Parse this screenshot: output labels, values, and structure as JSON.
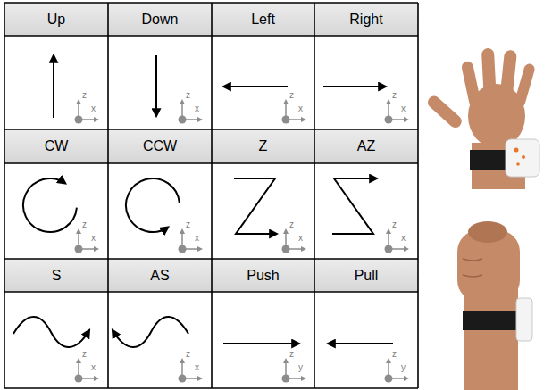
{
  "diagram": {
    "labels": [
      "Up",
      "Down",
      "Left",
      "Right",
      "z",
      "x",
      "z",
      "x",
      "z",
      "x",
      "z",
      "x",
      "CW",
      "CCW",
      "Z",
      "AZ",
      "z",
      "x",
      "z",
      "x",
      "z",
      "x",
      "z",
      "x",
      "S",
      "AS",
      "Push",
      "Pull",
      "z",
      "x",
      "z",
      "x",
      "z",
      "y",
      "z",
      "y"
    ]
  }
}
